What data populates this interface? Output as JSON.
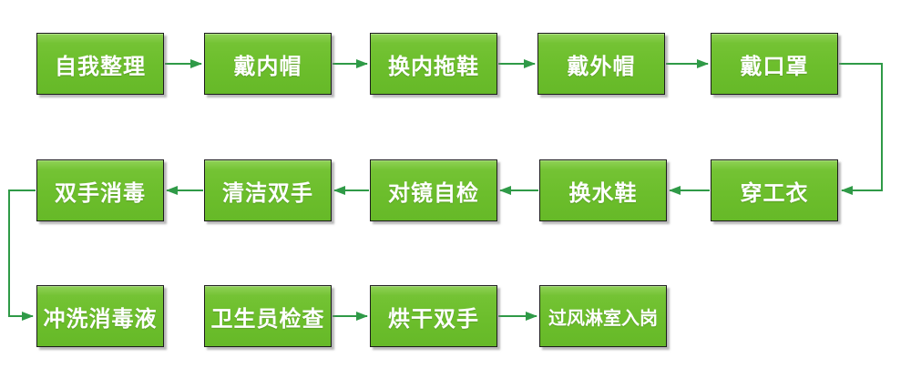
{
  "diagram": {
    "type": "flowchart",
    "background": "#ffffff",
    "box_fill": "#6cbe2c",
    "box_fill_highlight": "#90d257",
    "box_border": "#1c1c1c",
    "box_text_color": "#ffffff",
    "arrow_color": "#2f9a47",
    "nodes": [
      {
        "label": "自我整理",
        "row": 1,
        "col": 1
      },
      {
        "label": "戴内帽",
        "row": 1,
        "col": 2
      },
      {
        "label": "换内拖鞋",
        "row": 1,
        "col": 3
      },
      {
        "label": "戴外帽",
        "row": 1,
        "col": 4
      },
      {
        "label": "戴口罩",
        "row": 1,
        "col": 5
      },
      {
        "label": "穿工衣",
        "row": 2,
        "col": 5
      },
      {
        "label": "换水鞋",
        "row": 2,
        "col": 4
      },
      {
        "label": "对镜自检",
        "row": 2,
        "col": 3
      },
      {
        "label": "清洁双手",
        "row": 2,
        "col": 2
      },
      {
        "label": "双手消毒",
        "row": 2,
        "col": 1
      },
      {
        "label": "冲洗消毒液",
        "row": 3,
        "col": 1
      },
      {
        "label": "卫生员检查",
        "row": 3,
        "col": 2
      },
      {
        "label": "烘干双手",
        "row": 3,
        "col": 3
      },
      {
        "label": "过风淋室入岗",
        "row": 3,
        "col": 4
      }
    ],
    "edges": [
      {
        "from": "自我整理",
        "to": "戴内帽"
      },
      {
        "from": "戴内帽",
        "to": "换内拖鞋"
      },
      {
        "from": "换内拖鞋",
        "to": "戴外帽"
      },
      {
        "from": "戴外帽",
        "to": "戴口罩"
      },
      {
        "from": "戴口罩",
        "to": "穿工衣"
      },
      {
        "from": "穿工衣",
        "to": "换水鞋"
      },
      {
        "from": "换水鞋",
        "to": "对镜自检"
      },
      {
        "from": "对镜自检",
        "to": "清洁双手"
      },
      {
        "from": "清洁双手",
        "to": "双手消毒"
      },
      {
        "from": "双手消毒",
        "to": "冲洗消毒液"
      },
      {
        "from": "卫生员检查",
        "to": "烘干双手"
      },
      {
        "from": "烘干双手",
        "to": "过风淋室入岗"
      }
    ]
  }
}
